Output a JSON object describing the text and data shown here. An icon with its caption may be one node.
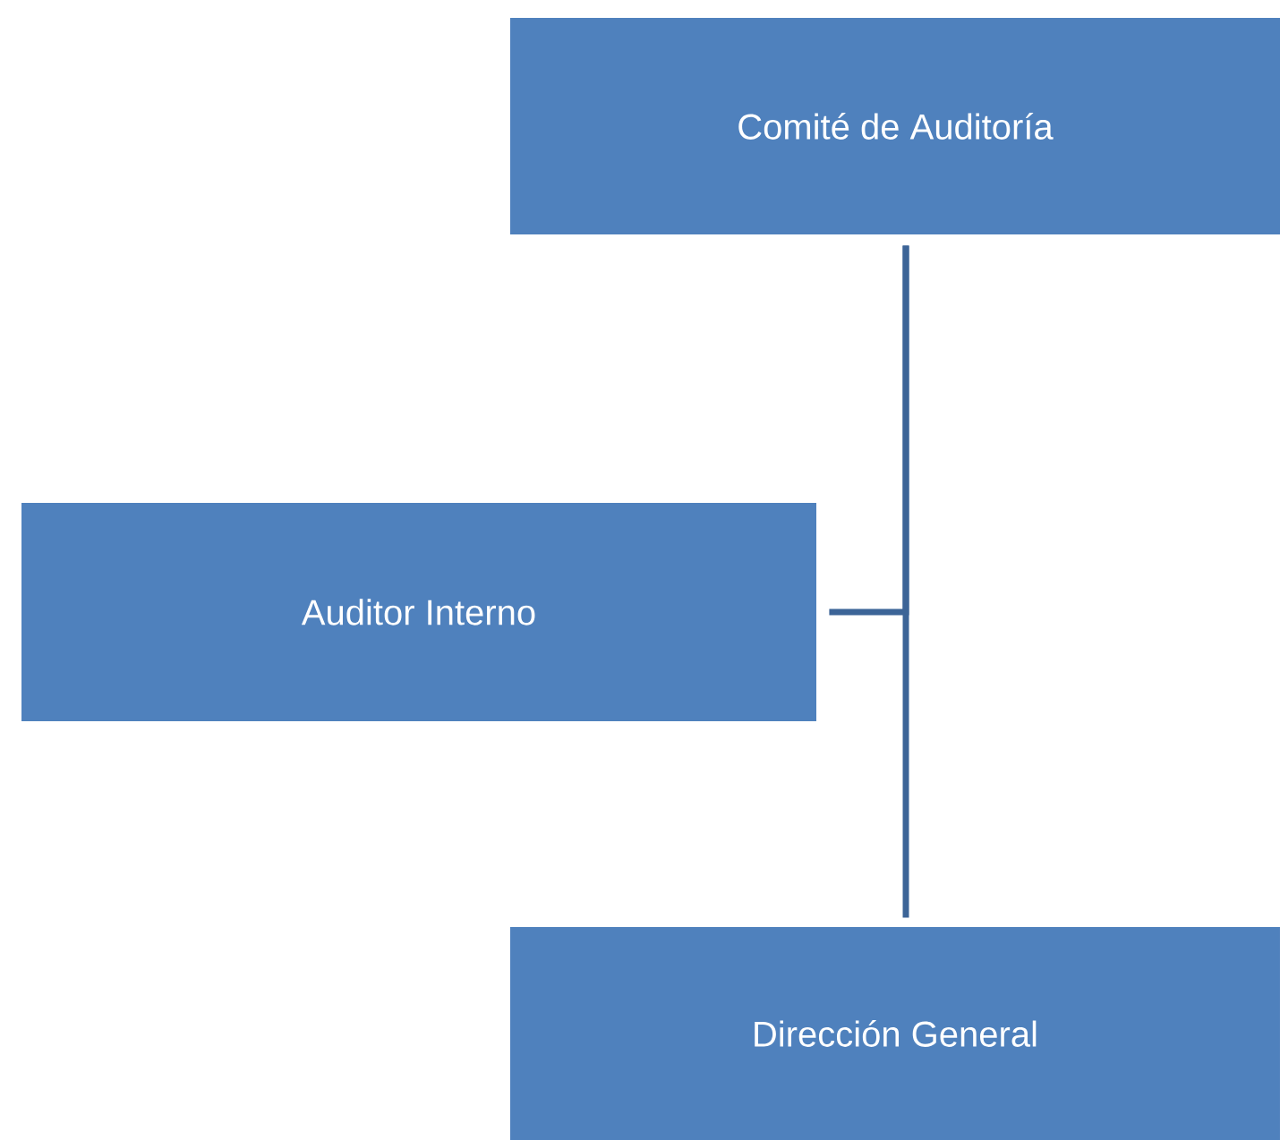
{
  "diagram": {
    "nodes": [
      {
        "text": [
          "Comité de Auditoría"
        ]
      },
      {
        "text": [
          "Auditor Interno"
        ]
      },
      {
        "text": [
          "Dirección General"
        ]
      }
    ],
    "edges": [
      {
        "from": 0,
        "to": 2,
        "arrow": "none"
      },
      {
        "from": 0,
        "to": 1,
        "arrow": "none"
      }
    ]
  }
}
